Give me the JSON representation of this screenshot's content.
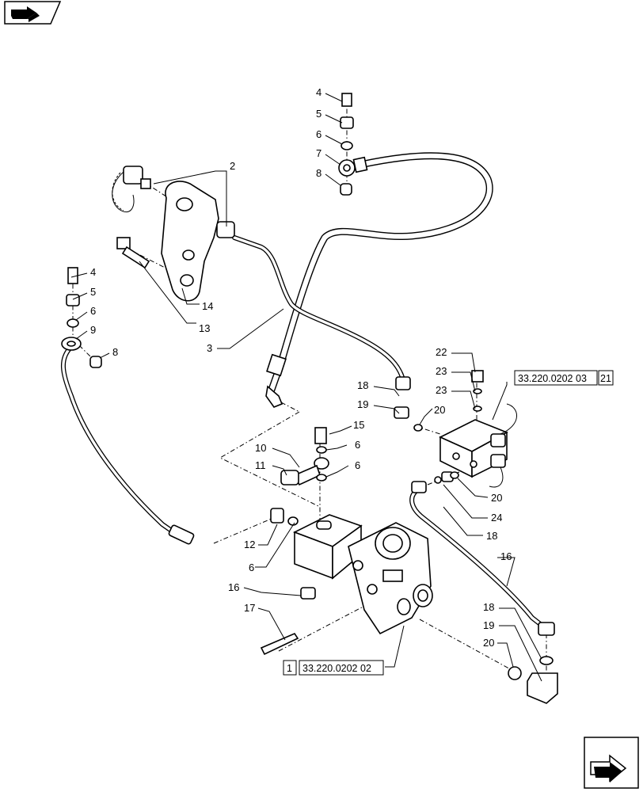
{
  "callouts": [
    {
      "id": "c4a",
      "text": "4"
    },
    {
      "id": "c5a",
      "text": "5"
    },
    {
      "id": "c6a",
      "text": "6"
    },
    {
      "id": "c7",
      "text": "7"
    },
    {
      "id": "c8a",
      "text": "8"
    },
    {
      "id": "c2",
      "text": "2"
    },
    {
      "id": "c4b",
      "text": "4"
    },
    {
      "id": "c5b",
      "text": "5"
    },
    {
      "id": "c6b",
      "text": "6"
    },
    {
      "id": "c9",
      "text": "9"
    },
    {
      "id": "c8b",
      "text": "8"
    },
    {
      "id": "c14",
      "text": "14"
    },
    {
      "id": "c13",
      "text": "13"
    },
    {
      "id": "c3",
      "text": "3"
    },
    {
      "id": "c22",
      "text": "22"
    },
    {
      "id": "c23a",
      "text": "23"
    },
    {
      "id": "c23b",
      "text": "23"
    },
    {
      "id": "c18a",
      "text": "18"
    },
    {
      "id": "c19a",
      "text": "19"
    },
    {
      "id": "c20a",
      "text": "20"
    },
    {
      "id": "c15",
      "text": "15"
    },
    {
      "id": "c6c",
      "text": "6"
    },
    {
      "id": "c10",
      "text": "10"
    },
    {
      "id": "c11",
      "text": "11"
    },
    {
      "id": "c6d",
      "text": "6"
    },
    {
      "id": "c20b",
      "text": "20"
    },
    {
      "id": "c24",
      "text": "24"
    },
    {
      "id": "c18b",
      "text": "18"
    },
    {
      "id": "c12",
      "text": "12"
    },
    {
      "id": "c6e",
      "text": "6"
    },
    {
      "id": "c16a",
      "text": "16"
    },
    {
      "id": "c16b",
      "text": "16"
    },
    {
      "id": "c17",
      "text": "17"
    },
    {
      "id": "c18c",
      "text": "18"
    },
    {
      "id": "c19b",
      "text": "19"
    },
    {
      "id": "c20c",
      "text": "20"
    }
  ],
  "references": {
    "top_right": {
      "code": "33.220.0202 03",
      "sheet": "21"
    },
    "bottom_center": {
      "sheet": "1",
      "code": "33.220.0202 02"
    }
  },
  "icons": {
    "top_left": "previous-page-arrow-icon",
    "bottom_right": "next-page-arrow-icon"
  }
}
